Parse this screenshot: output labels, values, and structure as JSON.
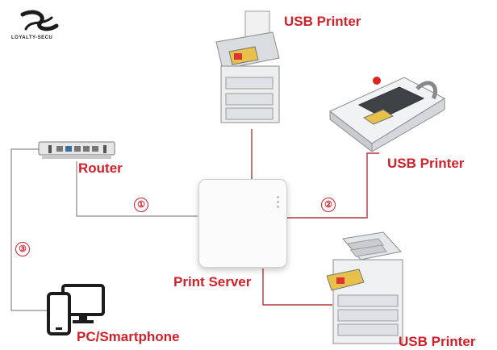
{
  "logo": {
    "brand": "LOYALTY-SECU"
  },
  "labels": {
    "printer_top": "USB Printer",
    "printer_right": "USB Printer",
    "printer_bottom": "USB Printer",
    "router": "Router",
    "print_server": "Print Server",
    "pc": "PC/Smartphone"
  },
  "steps": [
    "①",
    "②",
    "③"
  ],
  "colors": {
    "accent": "#d0212a",
    "line_red": "#b4363a",
    "line_gray": "#8a8a8a"
  }
}
